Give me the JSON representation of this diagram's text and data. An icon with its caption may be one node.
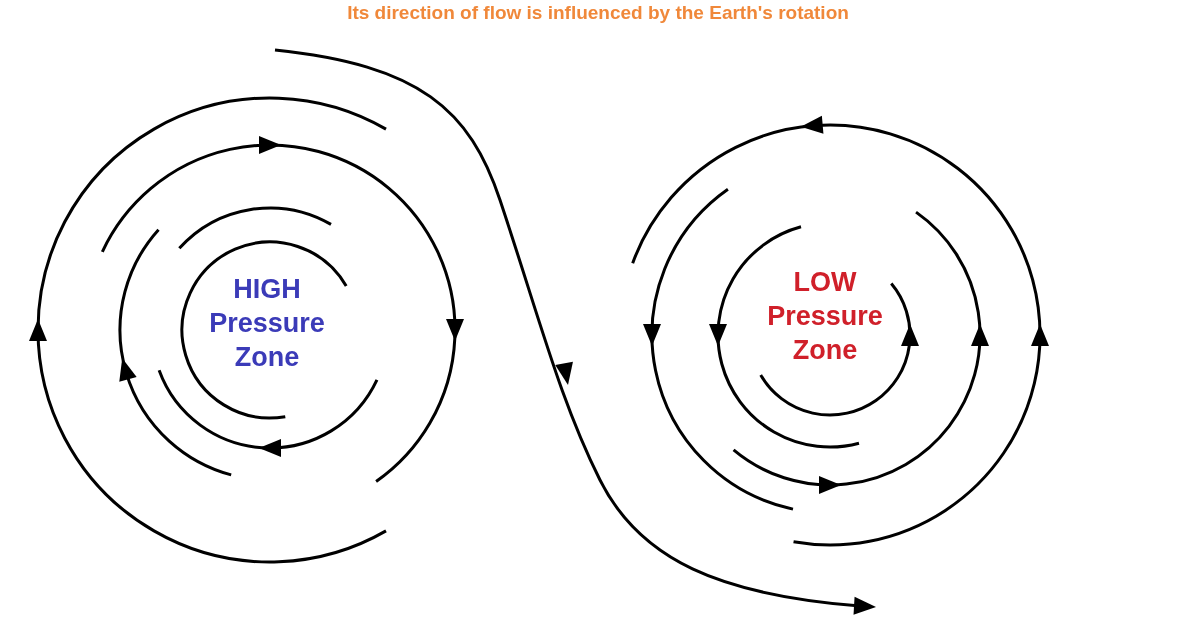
{
  "diagram": {
    "title": "Its direction of flow is influenced by the Earth's rotation",
    "labels": [
      "HIGH Pressure Zone",
      "LOW Pressure Zone"
    ]
  }
}
